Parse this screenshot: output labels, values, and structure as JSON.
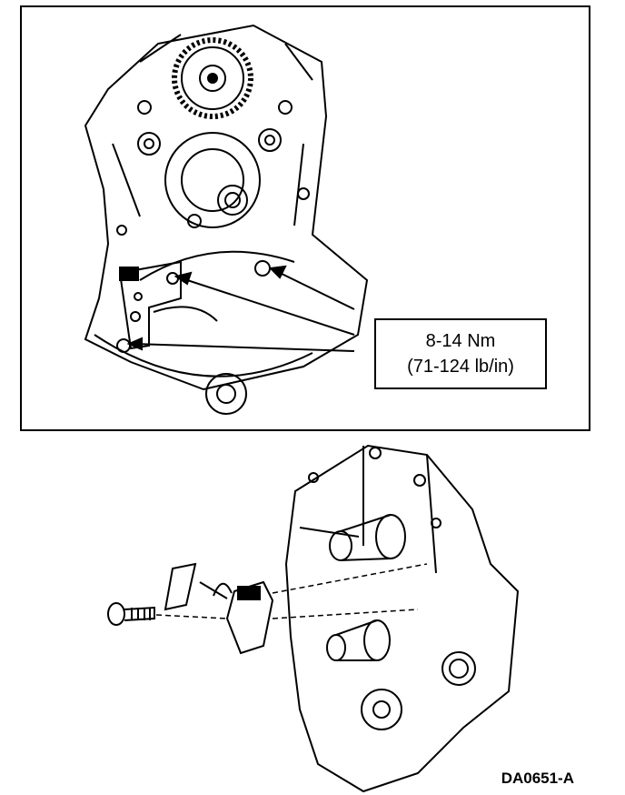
{
  "callout": {
    "torque_nm": "8-14 Nm",
    "torque_lbin": "(71-124 lb/in)"
  },
  "figure_id": "DA0651-A",
  "colors": {
    "line": "#000000",
    "background": "#ffffff"
  }
}
